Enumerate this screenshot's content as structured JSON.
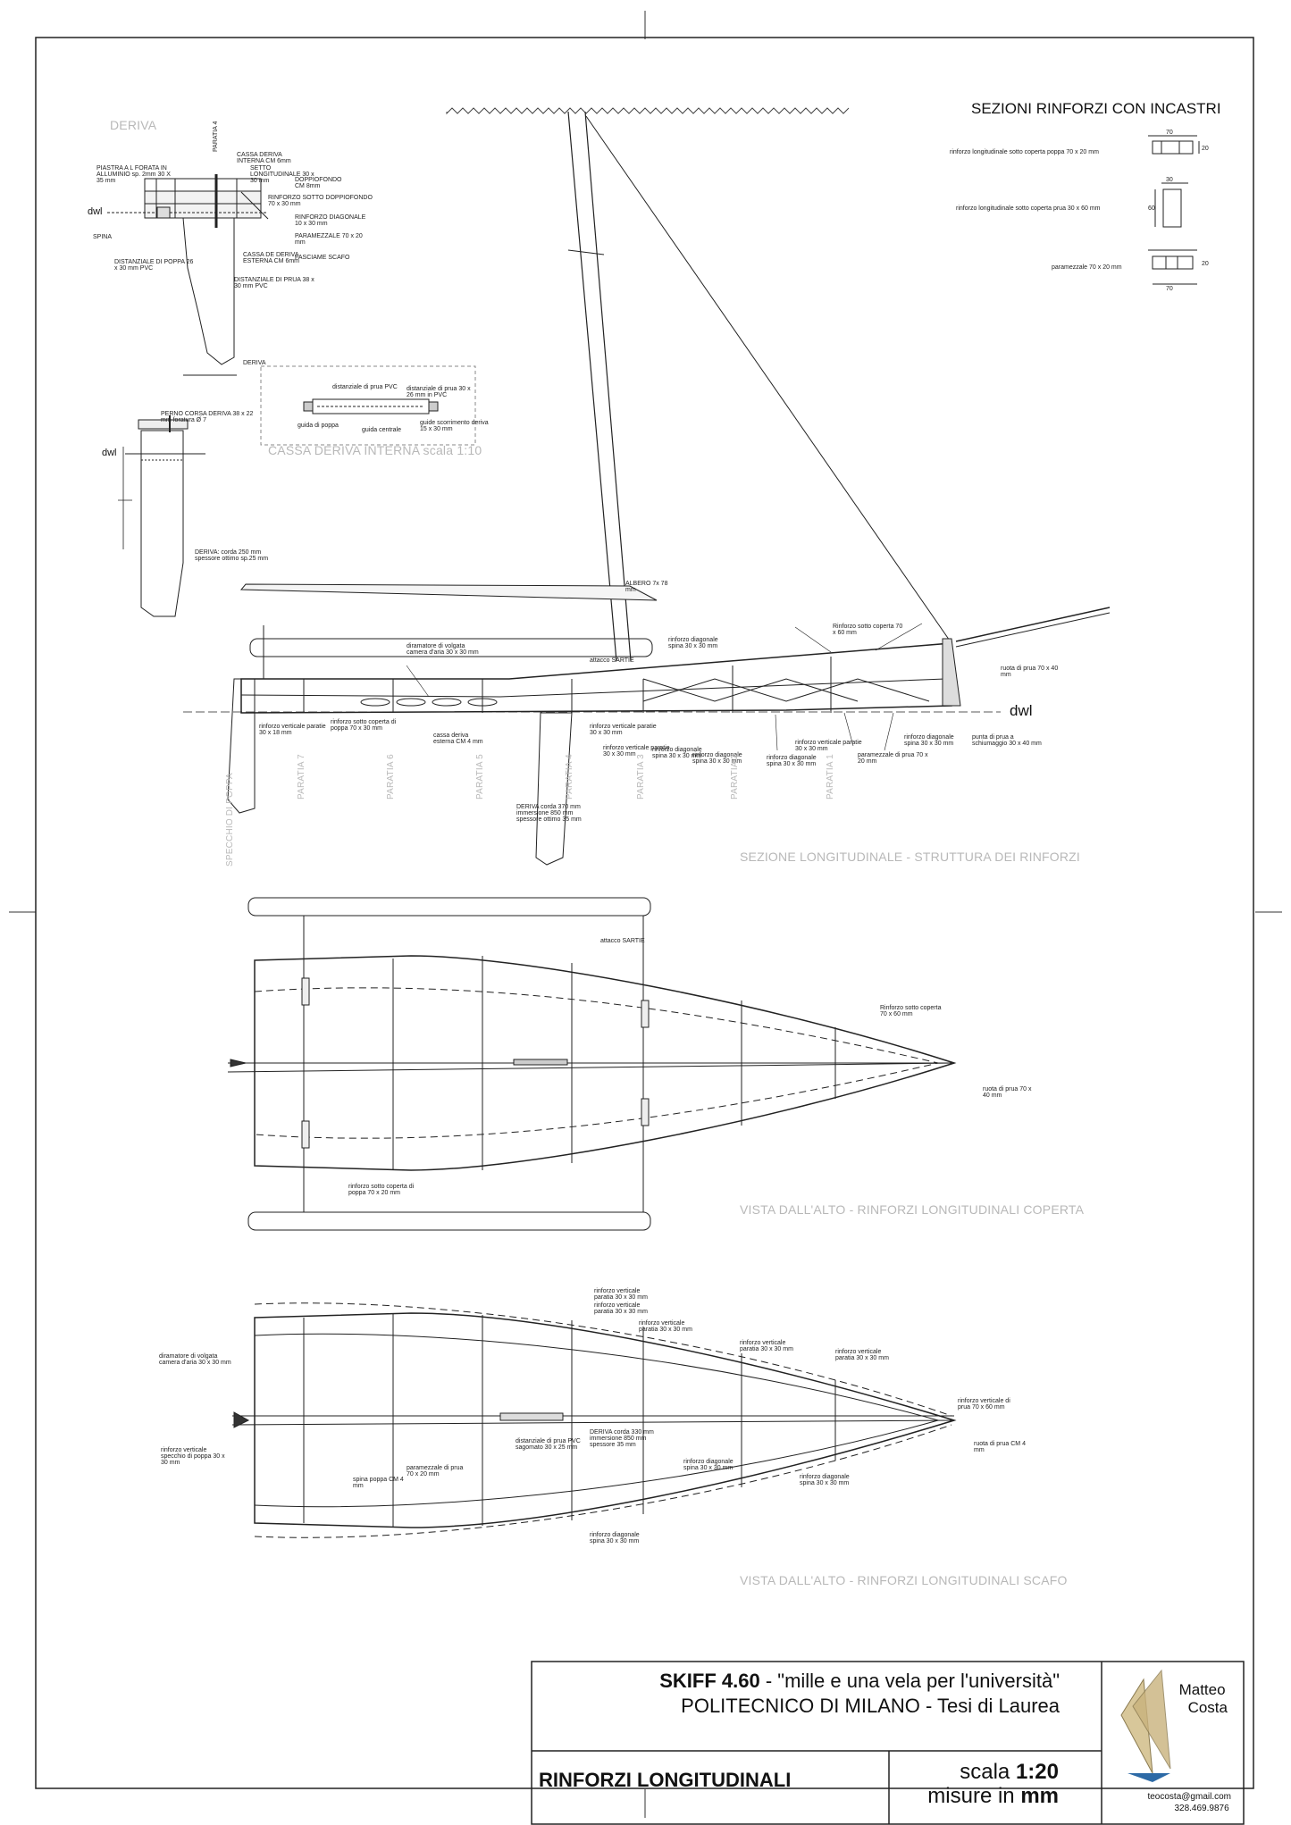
{
  "headers": {
    "sections_title": "SEZIONI RINFORZI CON INCASTRI",
    "deriva": "DERIVA",
    "cassa_deriva": "CASSA DERIVA INTERNA scala 1:10"
  },
  "views": {
    "side": "SEZIONE LONGITUDINALE - STRUTTURA DEI RINFORZI",
    "top_deck": "VISTA DALL'ALTO - RINFORZI LONGITUDINALI COPERTA",
    "top_hull": "VISTA DALL'ALTO - RINFORZI LONGITUDINALI SCAFO"
  },
  "sections": [
    {
      "label": "rinforzo longitudinale sotto coperta  poppa 70 x 20 mm",
      "w": "70",
      "h": "20"
    },
    {
      "label": "rinforzo longitudinale sotto coperta  prua 30 x 60 mm",
      "w": "30",
      "h": "60"
    },
    {
      "label": "paramezzale 70 x 20 mm",
      "w": "70",
      "h": "20"
    }
  ],
  "dwl": "dwl",
  "bulkheads": [
    "SPECCHIO DI POPPA",
    "PARATIA 7",
    "PARATIA 6",
    "PARATIA 5",
    "PARATIA 4",
    "PARATIA 3",
    "PARATIA 2",
    "PARATIA 1"
  ],
  "deriva_notes": {
    "paratia4": "PARATIA 4",
    "piastra": "PIASTRA A L FORATA IN ALLUMINIO sp. 2mm 30 X 35 mm",
    "dist_poppa": "DISTANZIALE DI POPPA 26 x 30 mm PVC",
    "cassa_int": "CASSA DERIVA INTERNA CM 6mm",
    "setto": "SETTO LONGITUDINALE 30 x 30 mm",
    "doppiofondo": "DOPPIOFONDO CM 8mm",
    "rinf_doppio": "RINFORZO SOTTO DOPPIOFONDO 70 x 30 mm",
    "rinf_diag": "RINFORZO DIAGONALE 10 x 30 mm",
    "paramezz": "PARAMEZZALE 70 x 20 mm",
    "cassa_est": "CASSA DE DERIVA ESTERNA CM 6mm",
    "fasciame": "FASCIAME SCAFO",
    "dist_prua": "DISTANZIALE DI PRUA 38 x 30 mm PVC",
    "deriva_lbl": "DERIVA",
    "pernio": "PERNO CORSA DERIVA 38 x 22 mm foratura Ø 7",
    "spina": "SPINA",
    "deriva_corda": "DERIVA: corda 250 mm spessore ottimo sp.25 mm",
    "dwl2": "dwl"
  },
  "cassa_notes": {
    "dist_prua": "distanziale di prua PVC",
    "dist_prua2": "distanziale di prua 30 x 26 mm in PVC",
    "guida_poppa": "guida di poppa",
    "guida_centrale": "guida centrale",
    "guide_scorr": "guide scorrimento deriva 15 x 30 mm"
  },
  "side_notes": {
    "albero": "ALBERO 7x 78 mm",
    "rinf_sotto_coperta": "Rinforzo sotto coperta 70 x 60 mm",
    "rinf_diag_spina": "rinforzo diagonale spina 30 x 30 mm",
    "attacco_sartie": "attacco SARTIE",
    "ghirlanda": "diramatore di volgata camera d'aria 30 x 30 mm",
    "rinf_vert": "rinforzo verticale paratie 30 x 18 mm",
    "rinf_sotto_poppa": "rinforzo sotto coperta di poppa 70 x 30 mm",
    "cassa_deriva": "cassa deriva esterna CM 4 mm",
    "rinf_vert2": "rinforzo verticale paratie 30 x 30 mm",
    "rinf_vert3": "rinforzo verticale paratie 30 x 30 mm",
    "rinf_diag2": "rinforzo diagonale spina 30 x 30 mm",
    "rinf_diag3": "rinforzo diagonale spina 30 x 30 mm",
    "rinf_vert4": "rinforzo verticale paratie 30 x 30 mm",
    "rinf_diag4": "rinforzo diagonale spina 30 x 30 mm",
    "paramezzale": "paramezzale di prua 70 x 20 mm",
    "rinf_diag5": "rinforzo diagonale spina 30 x 30 mm",
    "punta_prua": "punta di prua a schiumaggio 30 x 40 mm",
    "ruota_prua": "ruota di prua 70 x 40 mm",
    "deriva": "DERIVA corda 370 mm immersione 850 mm spessore ottimo 35 mm"
  },
  "deck_notes": {
    "attacco": "attacco SARTIE",
    "rinf_coperta": "Rinforzo sotto coperta 70 x 60 mm",
    "ruota": "ruota di prua 70 x 40 mm",
    "rinf_poppa": "rinforzo sotto coperta di poppa 70 x 20 mm"
  },
  "hull_notes": {
    "ghirlanda": "diramatore di volgata camera d'aria 30 x 30 mm",
    "rinf_vert_poppa": "rinforzo verticale specchio di poppa 30 x 30 mm",
    "rinf_vert1": "rinforzo verticale paratia 30 x 30 mm",
    "rinf_vert2": "rinforzo verticale paratia 30 x 30 mm",
    "rinf_vert3": "rinforzo verticale paratia 30 x 30 mm",
    "rinf_vert4": "rinforzo verticale paratia 30 x 30 mm",
    "rinf_vert5": "rinforzo verticale paratia 30 x 30 mm",
    "rinf_vert_prua": "rinforzo verticale di prua 70 x 60 mm",
    "spina_poppa": "spina poppa CM 4 mm",
    "paramezzale": "paramezzale di prua 70 x 20 mm",
    "dist_prua": "distanziale di prua PVC sagomato 30 x 25 mm",
    "deriva": "DERIVA corda 330 mm immersione 850 mm spessore 35 mm",
    "rinf_diag1": "rinforzo diagonale spina 30 x 30 mm",
    "rinf_diag2": "rinforzo diagonale spina 30 x 30 mm",
    "rinf_diag3": "rinforzo diagonale spina 30 x 30 mm",
    "ruota": "ruota di prua CM 4 mm"
  },
  "title": {
    "line1_bold": "SKIFF 4.60",
    "line1_rest": " - \"mille e una vela per l'università\"",
    "line2": "POLITECNICO DI MILANO - Tesi di Laurea",
    "sheet": "RINFORZI LONGITUDINALI",
    "scale_prefix": "scala ",
    "scale_value": "1:20",
    "units_prefix": "misure in ",
    "units_value": "mm",
    "author_first": "Matteo",
    "author_last": "Costa",
    "email": "teocosta@gmail.com",
    "phone": "328.469.9876"
  }
}
